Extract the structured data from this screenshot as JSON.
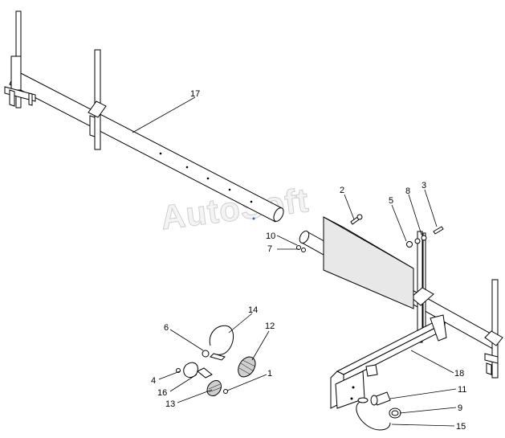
{
  "watermark": "AutoSoft",
  "callouts": [
    {
      "id": "c1",
      "label": "1"
    },
    {
      "id": "c2",
      "label": "2"
    },
    {
      "id": "c3",
      "label": "3"
    },
    {
      "id": "c4",
      "label": "4"
    },
    {
      "id": "c5",
      "label": "5"
    },
    {
      "id": "c6",
      "label": "6"
    },
    {
      "id": "c7",
      "label": "7"
    },
    {
      "id": "c8",
      "label": "8"
    },
    {
      "id": "c9",
      "label": "9"
    },
    {
      "id": "c10",
      "label": "10"
    },
    {
      "id": "c11",
      "label": "11"
    },
    {
      "id": "c12",
      "label": "12"
    },
    {
      "id": "c13",
      "label": "13"
    },
    {
      "id": "c14",
      "label": "14"
    },
    {
      "id": "c15",
      "label": "15"
    },
    {
      "id": "c16",
      "label": "16"
    },
    {
      "id": "c17",
      "label": "17"
    },
    {
      "id": "c18",
      "label": "18"
    }
  ]
}
